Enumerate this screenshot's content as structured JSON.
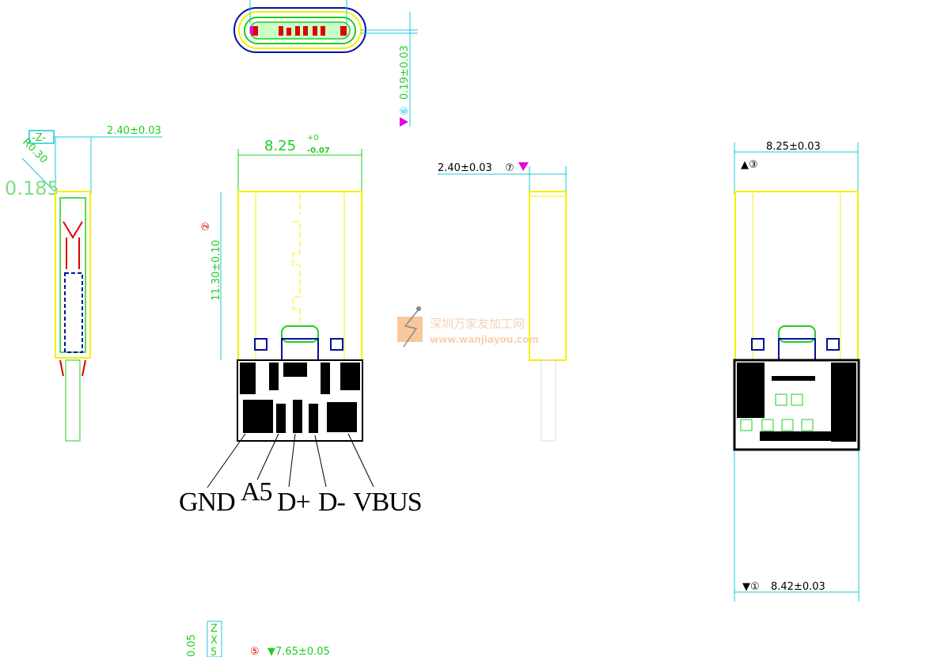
{
  "colors": {
    "yellow": "#f5f000",
    "green": "#22cc22",
    "cyan": "#18c8d8",
    "blue": "#0010a0",
    "red": "#e00000",
    "magenta": "#e800e8",
    "black": "#000000"
  },
  "left_view": {
    "datum": "-Z-",
    "width_dim": "2.40±0.03",
    "radius": "R0.30",
    "small_dim": "0.185"
  },
  "top_view": {
    "thickness_dim": "0.19±0.03",
    "note_circle": "⑥"
  },
  "front_view": {
    "width_nominal": "8.25",
    "tol_upper": "+0",
    "tol_lower": "-0.07",
    "note_circle": "②",
    "length_dim": "11.30±0.10",
    "pins": [
      "GND",
      "A5",
      "D+",
      "D-",
      "VBUS"
    ]
  },
  "side_view": {
    "width_dim": "2.40±0.03",
    "note_circle": "⑦"
  },
  "right_view": {
    "width_dim": "8.25±0.03",
    "note_top": "▲③",
    "note_bottom": "▼①",
    "bottom_dim": "8.42±0.03"
  },
  "bottom_view": {
    "note_circle": "⑤",
    "dim": "▼7.65±0.05",
    "frame_cells": [
      "Z",
      "X",
      "5"
    ],
    "small": "0.05"
  },
  "watermark": {
    "cn": "深圳万家友加工网",
    "url": "www.wanjiayou.com"
  }
}
